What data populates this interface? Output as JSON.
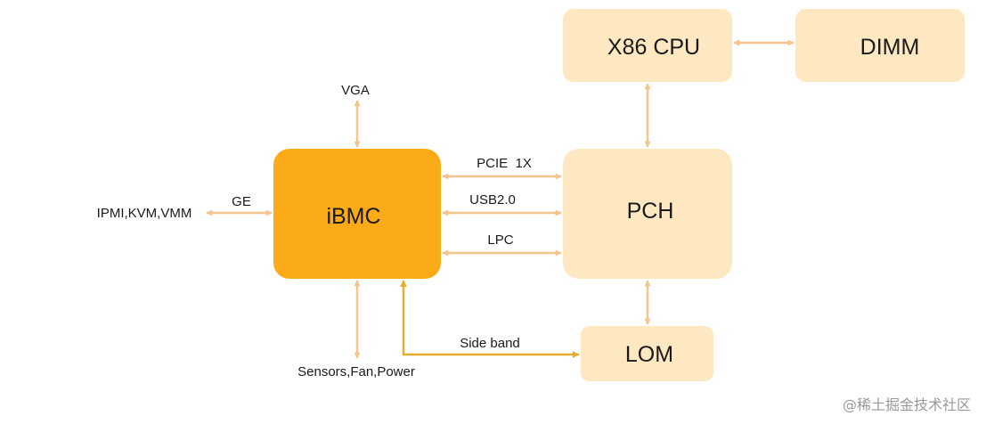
{
  "colors": {
    "accent_box": "#fbab18",
    "light_box": "#fde8c2",
    "arrow": "#f5c48c",
    "sideband_arrow": "#e3ad2f"
  },
  "nodes": {
    "x86cpu": "X86 CPU",
    "dimm": "DIMM",
    "ibmc": "iBMC",
    "pch": "PCH",
    "lom": "LOM"
  },
  "labels": {
    "vga": "VGA",
    "ge": "GE",
    "ipmi": "IPMI,KVM,VMM",
    "pcie": "PCIE  1X",
    "usb": "USB2.0",
    "lpc": "LPC",
    "sideband": "Side band",
    "sensors": "Sensors,Fan,Power"
  },
  "watermark": "@稀土掘金技术社区"
}
